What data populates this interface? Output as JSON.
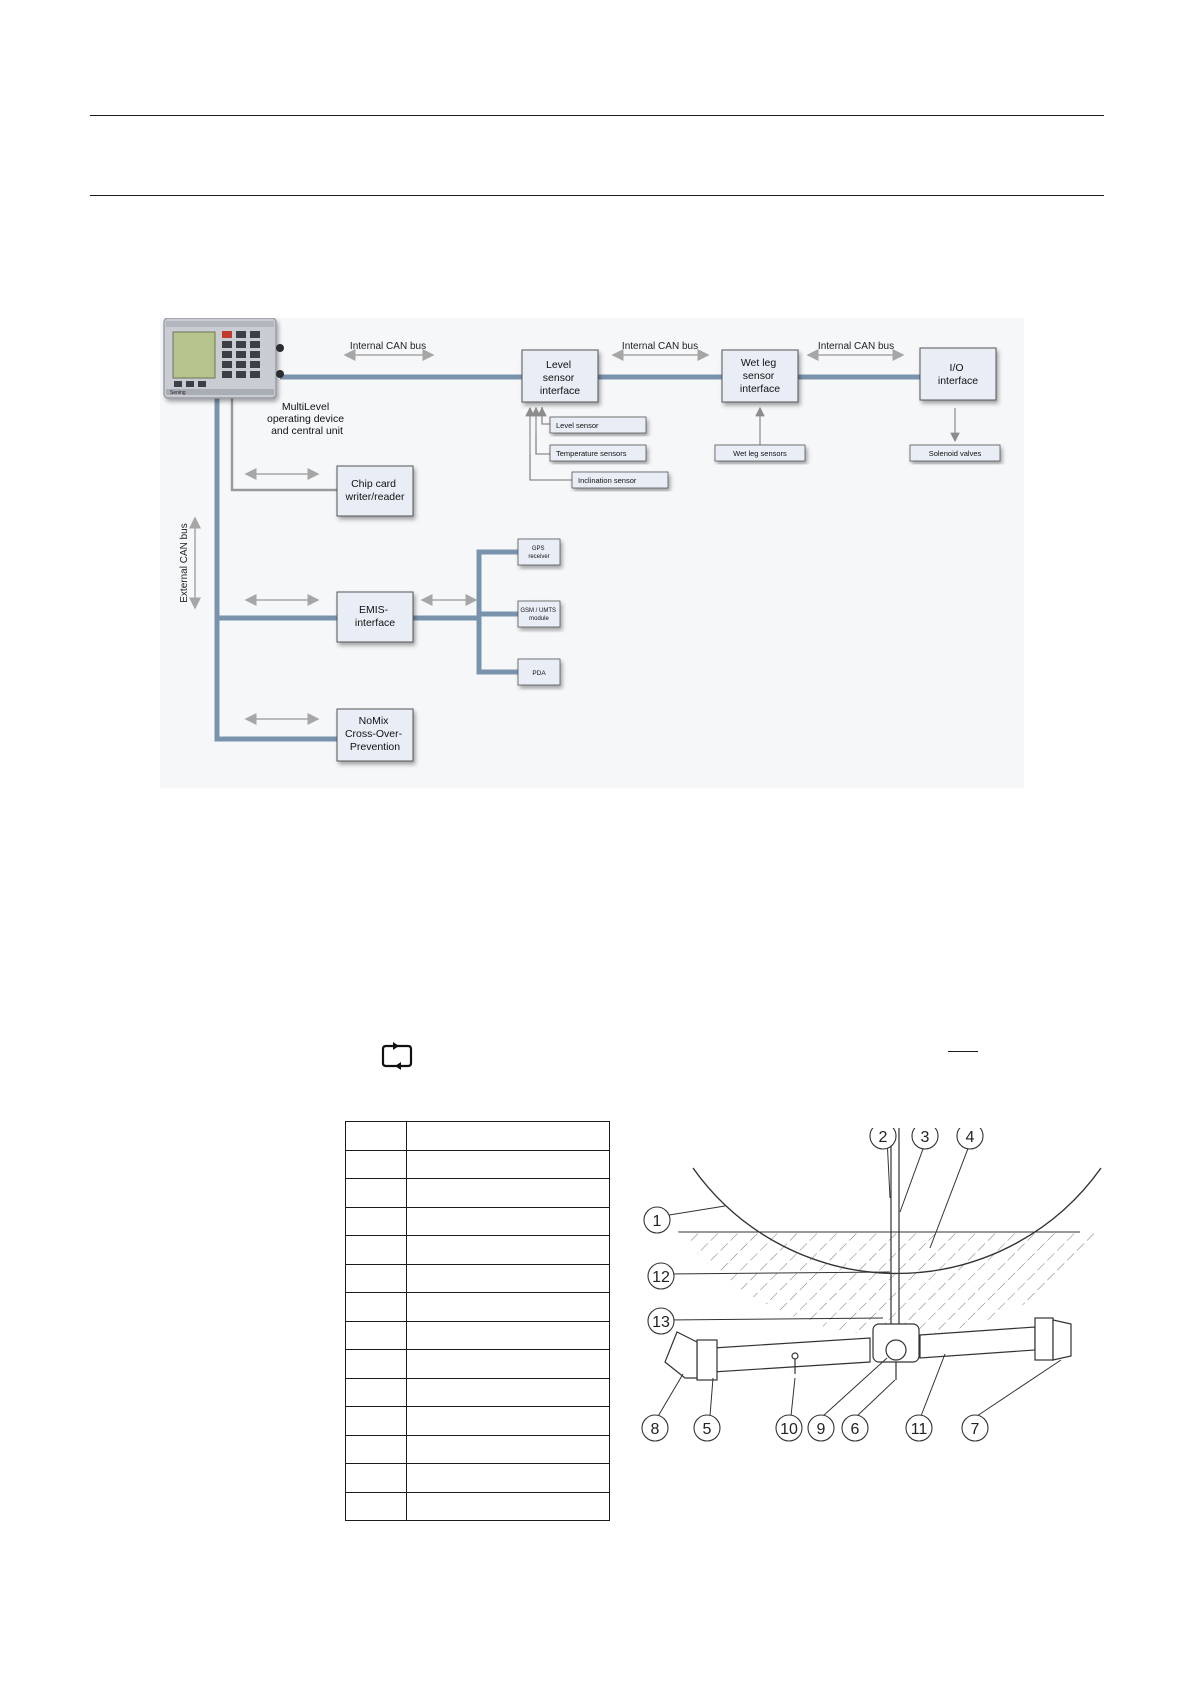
{
  "diagram": {
    "device_label": [
      "MultiLevel",
      "operating device",
      "and central unit"
    ],
    "device_brand": "Sening",
    "external_bus": "External CAN bus",
    "internal_bus_labels": [
      "Internal CAN bus",
      "Internal CAN bus",
      "Internal CAN bus"
    ],
    "modules": {
      "level": [
        "Level",
        "sensor",
        "interface"
      ],
      "wetleg": [
        "Wet leg",
        "sensor",
        "interface"
      ],
      "io": [
        "I/O",
        "interface"
      ],
      "chip": [
        "Chip card",
        "writer/reader"
      ],
      "emis": [
        "EMIS-",
        "interface"
      ],
      "nomix": [
        "NoMix",
        "Cross-Over-",
        "Prevention"
      ]
    },
    "sensors": {
      "level_sensor": "Level sensor",
      "temperature": "Temperature sensors",
      "inclination": "Inclination sensor",
      "wetleg": "Wet leg sensors",
      "solenoid": "Solenoid valves"
    },
    "emis_peripherals": {
      "gps": [
        "GPS",
        "receiver"
      ],
      "gsm": [
        "GSM / UMTS",
        "module"
      ],
      "pda": "PDA"
    },
    "colors": {
      "bus": "#7a93ad",
      "box_fill": "#e9edf6",
      "arrow": "#a6a6a6"
    }
  },
  "parts_table": {
    "rows": 14
  },
  "tank_drawing": {
    "callouts": [
      "1",
      "2",
      "3",
      "4",
      "5",
      "6",
      "7",
      "8",
      "9",
      "10",
      "11",
      "12",
      "13"
    ]
  }
}
